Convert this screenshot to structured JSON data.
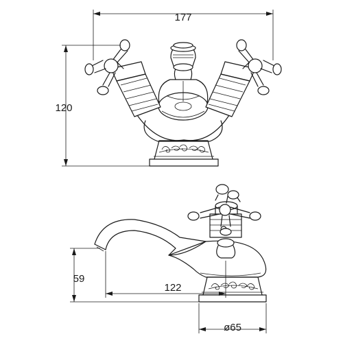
{
  "dimensions": {
    "width_label": "177",
    "height_label": "120",
    "spout_height_label": "59",
    "spout_reach_label": "122",
    "base_diameter_label": "ø65"
  },
  "views": {
    "front": "front-view",
    "side": "side-view"
  }
}
